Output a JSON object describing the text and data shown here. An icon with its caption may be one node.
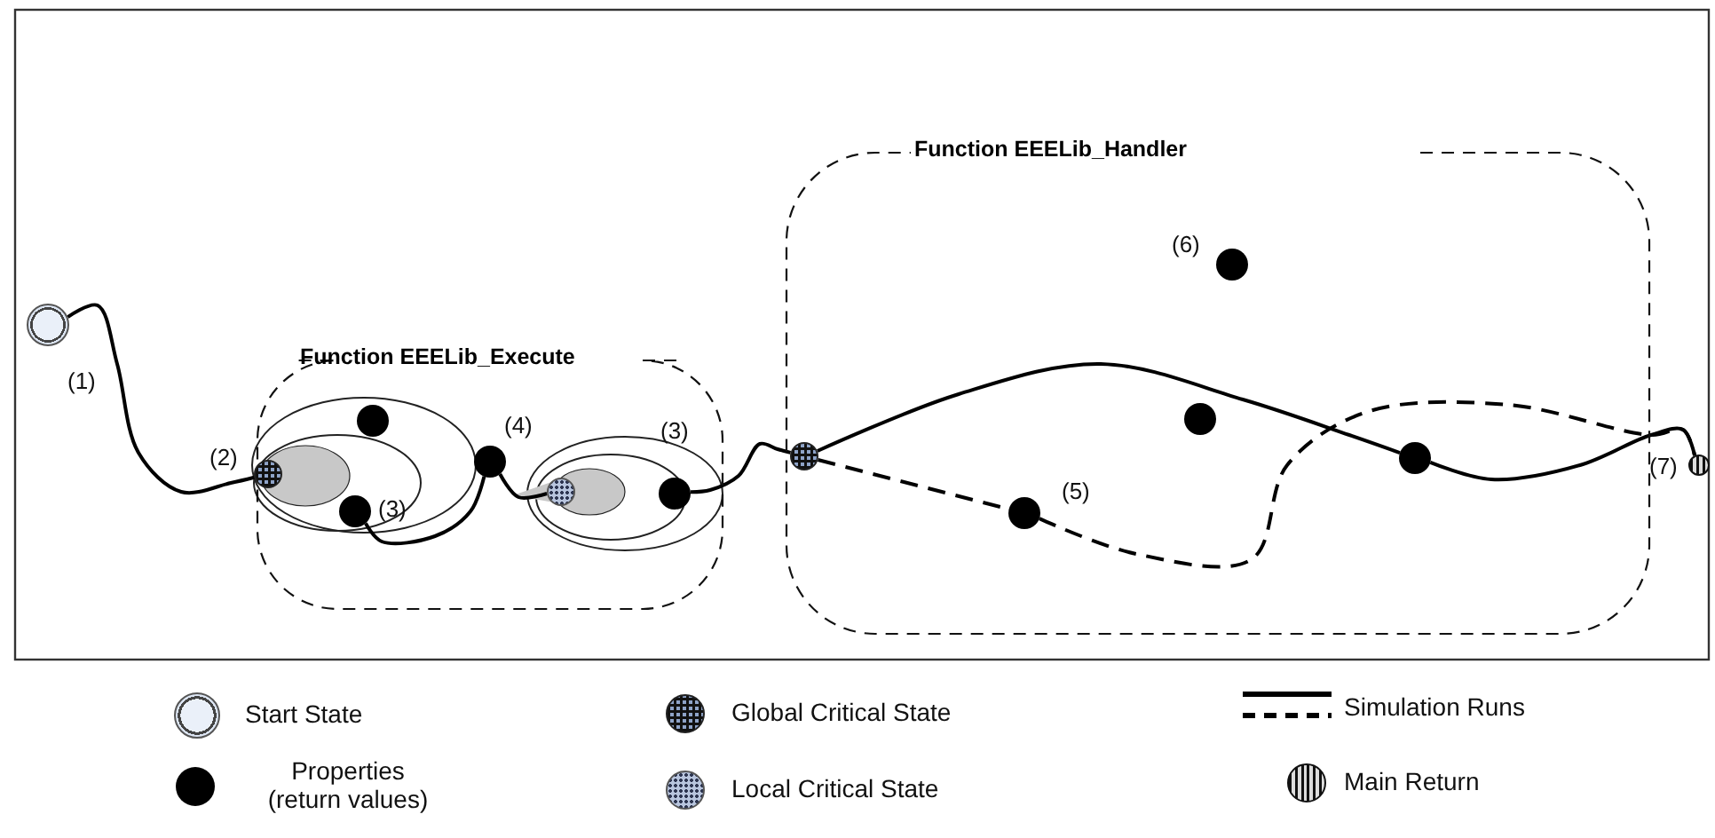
{
  "diagram": {
    "nodes": [
      {
        "text": [
          "Function EEELib_Execute"
        ]
      },
      {
        "text": [
          "Function EEELib_Handler"
        ]
      },
      {
        "text": [],
        "shape": "circle",
        "beside": [
          "(1)"
        ]
      },
      {
        "text": [],
        "shape": "circle",
        "in": 0,
        "beside": [
          "(2)"
        ]
      },
      {
        "text": [],
        "shape": "circle",
        "in": 0
      },
      {
        "text": [],
        "shape": "circle",
        "in": 0,
        "beside": [
          "(3)"
        ]
      },
      {
        "text": [],
        "shape": "circle",
        "in": 0,
        "beside": [
          "(4)"
        ]
      },
      {
        "text": [],
        "shape": "circle",
        "in": 0
      },
      {
        "text": [],
        "shape": "circle",
        "in": 0,
        "beside": [
          "(3)"
        ]
      },
      {
        "text": [],
        "shape": "circle",
        "in": 1
      },
      {
        "text": [],
        "shape": "circle",
        "in": 1,
        "beside": [
          "(5)"
        ]
      },
      {
        "text": [],
        "shape": "circle",
        "in": 1,
        "beside": [
          "(6)"
        ]
      },
      {
        "text": [],
        "shape": "circle",
        "in": 1
      },
      {
        "text": [],
        "shape": "circle",
        "in": 1
      },
      {
        "text": [],
        "shape": "circle",
        "beside": [
          "(7)"
        ]
      }
    ],
    "edges": [
      {
        "from": 2,
        "to": 3,
        "arrow": "none"
      },
      {
        "from": 5,
        "to": 6,
        "arrow": "none"
      },
      {
        "from": 6,
        "to": 7,
        "arrow": "none"
      },
      {
        "from": 8,
        "to": 9,
        "arrow": "none"
      },
      {
        "from": 9,
        "to": 13,
        "arrow": "none"
      },
      {
        "from": 13,
        "to": 14,
        "arrow": "none"
      },
      {
        "from": 9,
        "to": 10,
        "arrow": "none",
        "style": "dashed"
      },
      {
        "from": 10,
        "to": 14,
        "arrow": "none",
        "style": "dashed"
      }
    ],
    "legend": [
      {
        "text": "Start State"
      },
      {
        "text": "Global Critical State"
      },
      {
        "text": "Simulation Runs"
      },
      {
        "text": "Properties (return values)"
      },
      {
        "text": "Local Critical State"
      },
      {
        "text": "Main Return"
      }
    ]
  }
}
